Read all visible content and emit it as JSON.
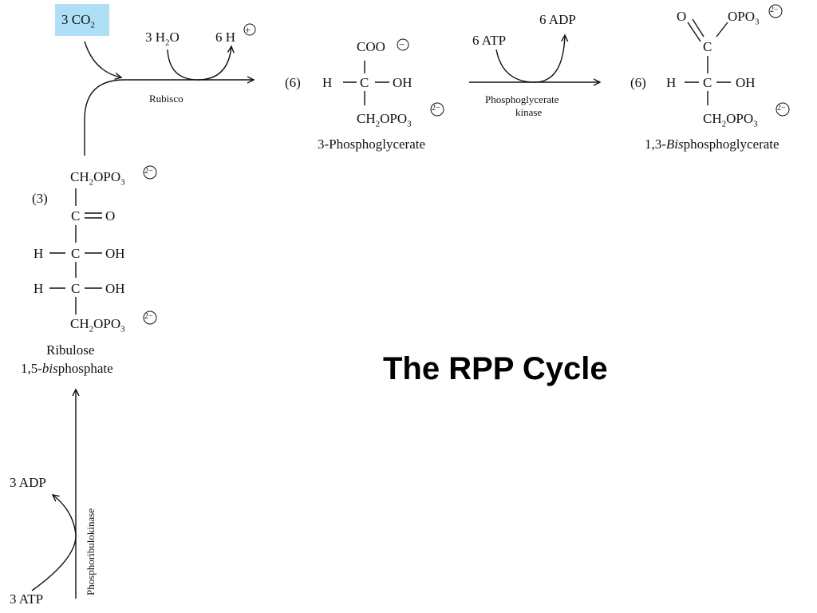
{
  "title": "The RPP Cycle",
  "colors": {
    "co2_highlight": "#aedff7",
    "ink": "#111111"
  },
  "step1": {
    "co2": {
      "coef": "3 CO",
      "sub": "2"
    },
    "water": {
      "coef": "3 H",
      "sub": "2",
      "rest": "O"
    },
    "proton": "6 H",
    "enzyme": "Rubisco"
  },
  "phosphoglycerate": {
    "coef": "(6)",
    "top": "COO",
    "h": "H",
    "c": "C",
    "oh": "OH",
    "bottom": {
      "a": "CH",
      "s1": "2",
      "b": "OPO",
      "s2": "3"
    },
    "name": "3-Phosphoglycerate"
  },
  "step2": {
    "atp": "6 ATP",
    "adp": "6 ADP",
    "enzyme_line1": "Phosphoglycerate",
    "enzyme_line2": "kinase"
  },
  "bisphosphoglycerate": {
    "coef": "(6)",
    "o": "O",
    "opo": {
      "a": "OPO",
      "s": "3"
    },
    "c_top": "C",
    "h": "H",
    "c": "C",
    "oh": "OH",
    "bottom": {
      "a": "CH",
      "s1": "2",
      "b": "OPO",
      "s2": "3"
    },
    "name_prefix": "1,3-",
    "name_italic": "Bis",
    "name_suffix": "phosphoglycerate"
  },
  "ribulose": {
    "coef": "(3)",
    "top": {
      "a": "CH",
      "s1": "2",
      "b": "OPO",
      "s2": "3"
    },
    "c1": "C",
    "o": "O",
    "h": "H",
    "c": "C",
    "oh": "OH",
    "bottom": {
      "a": "CH",
      "s1": "2",
      "b": "OPO",
      "s2": "3"
    },
    "name_line1": "Ribulose",
    "name_prefix": "1,5-",
    "name_italic": "bis",
    "name_suffix": "phosphate"
  },
  "step3": {
    "adp": "3 ADP",
    "atp": "3 ATP",
    "enzyme": "Phosphoribulokinase"
  },
  "charges": {
    "minus": "−",
    "two_minus": "2−",
    "plus": "+"
  }
}
